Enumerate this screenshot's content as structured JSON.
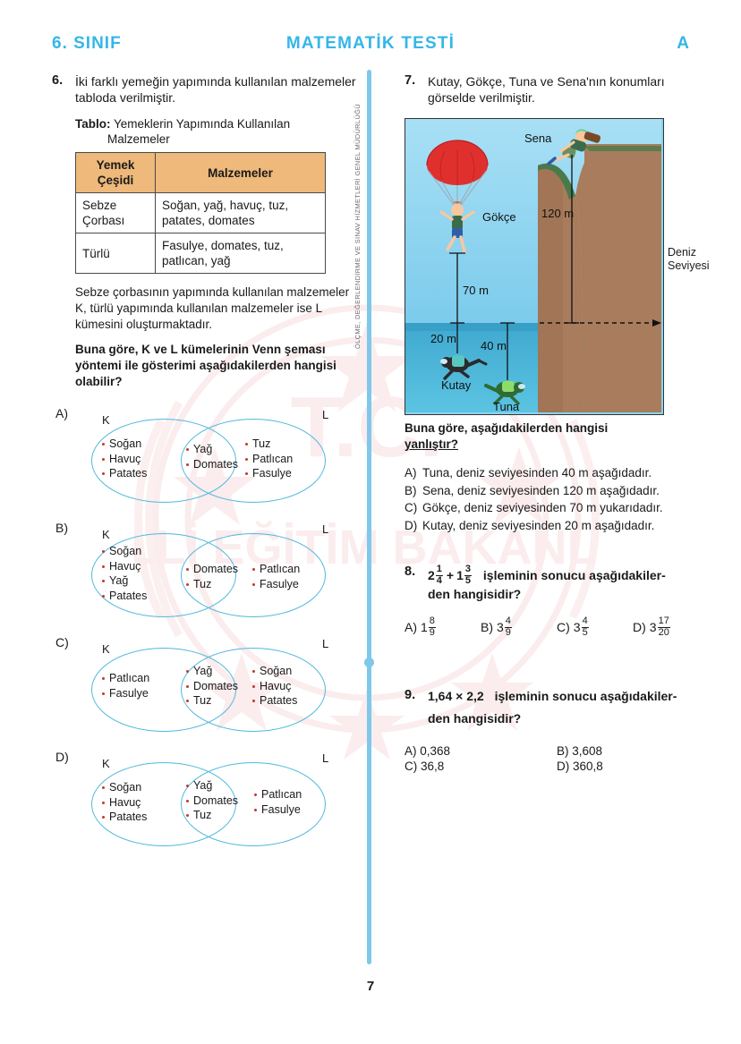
{
  "header": {
    "grade": "6. SINIF",
    "title": "MATEMATİK TESTİ",
    "booklet": "A",
    "accent_color": "#35b6e8"
  },
  "vertical_label": "ÖLÇME, DEĞERLENDİRME VE SINAV HİZMETLERİ GENEL MÜDÜRLÜĞÜ",
  "page_number": "7",
  "watermark": {
    "line1": "T.C.",
    "line2": "MİLLİ EĞİTİM BAKANLIĞI",
    "color": "#f4c3c6"
  },
  "questions": [
    {
      "number": "6.",
      "stem": "İki farklı yemeğin yapımında kullanılan malzemeler tabloda verilmiştir.",
      "table_caption_label": "Tablo:",
      "table_caption_line1": "Yemeklerin Yapımında Kullanılan",
      "table_caption_line2": "Malzemeler",
      "table": {
        "header_bg": "#eeb97a",
        "columns": [
          "Yemek Çeşidi",
          "Malzemeler"
        ],
        "rows": [
          {
            "dish": "Sebze Çorbası",
            "ingredients": "Soğan, yağ, havuç, tuz, patates, domates"
          },
          {
            "dish": "Türlü",
            "ingredients": "Fasulye, domates, tuz, patlıcan, yağ"
          }
        ]
      },
      "para": "Sebze çorbasının yapımında kullanılan malzemeler K, türlü yapımında kullanılan malzemeler ise L kümesini oluşturmaktadır.",
      "prompt": "Buna göre, K ve L kümelerinin Venn şeması yöntemi ile gösterimi aşağıdakilerden hangisi olabilir?",
      "venn_options": [
        {
          "letter": "A)",
          "set_left_label": "K",
          "set_right_label": "L",
          "left_only": [
            "Soğan",
            "Havuç",
            "Patates"
          ],
          "intersection": [
            "Yağ",
            "Domates"
          ],
          "right_only": [
            "Tuz",
            "Patlıcan",
            "Fasulye"
          ]
        },
        {
          "letter": "B)",
          "set_left_label": "K",
          "set_right_label": "L",
          "left_only": [
            "Soğan",
            "Havuç",
            "Yağ",
            "Patates"
          ],
          "intersection": [
            "Domates",
            "Tuz"
          ],
          "right_only": [
            "Patlıcan",
            "Fasulye"
          ]
        },
        {
          "letter": "C)",
          "set_left_label": "K",
          "set_right_label": "L",
          "left_only": [
            "Patlıcan",
            "Fasulye"
          ],
          "intersection": [
            "Yağ",
            "Domates",
            "Tuz"
          ],
          "right_only": [
            "Soğan",
            "Havuç",
            "Patates"
          ]
        },
        {
          "letter": "D)",
          "set_left_label": "K",
          "set_right_label": "L",
          "left_only": [
            "Soğan",
            "Havuç",
            "Patates"
          ],
          "intersection": [
            "Yağ",
            "Domates",
            "Tuz"
          ],
          "right_only": [
            "Patlıcan",
            "Fasulye"
          ]
        }
      ]
    },
    {
      "number": "7.",
      "stem": "Kutay, Gökçe, Tuna ve Sena'nın konumları görselde verilmiştir.",
      "illustration": {
        "sky_color": "#8ad4f0",
        "sea_color": "#4fb6d9",
        "cliff_color": "#a07858",
        "parachute_color": "#e0302e",
        "sea_level_label_line1": "Deniz",
        "sea_level_label_line2": "Seviyesi",
        "figures": [
          {
            "name": "Gökçe",
            "measure": "70 m"
          },
          {
            "name": "Sena",
            "measure": "120 m"
          },
          {
            "name": "Kutay",
            "measure": "20 m"
          },
          {
            "name": "Tuna",
            "measure": "40 m"
          }
        ]
      },
      "prompt_line1": "Buna göre, aşağıdakilerden hangisi",
      "prompt_line2": "yanlıştır?",
      "options": [
        {
          "letter": "A)",
          "text": "Tuna, deniz seviyesinden 40 m aşağıdadır."
        },
        {
          "letter": "B)",
          "text": "Sena, deniz seviyesinden 120 m aşağıdadır."
        },
        {
          "letter": "C)",
          "text": "Gökçe, deniz seviyesinden 70 m yukarıdadır."
        },
        {
          "letter": "D)",
          "text": "Kutay, deniz seviyesinden 20 m aşağıdadır."
        }
      ]
    },
    {
      "number": "8.",
      "expression": {
        "a_whole": "2",
        "a_num": "1",
        "a_den": "4",
        "op": "+",
        "b_whole": "1",
        "b_num": "3",
        "b_den": "5"
      },
      "stem_tail": "işleminin sonucu aşağıdakiler-",
      "stem_tail2": "den hangisidir?",
      "options": [
        {
          "letter": "A)",
          "whole": "1",
          "num": "8",
          "den": "9"
        },
        {
          "letter": "B)",
          "whole": "3",
          "num": "4",
          "den": "9"
        },
        {
          "letter": "C)",
          "whole": "3",
          "num": "4",
          "den": "5"
        },
        {
          "letter": "D)",
          "whole": "3",
          "num": "17",
          "den": "20"
        }
      ]
    },
    {
      "number": "9.",
      "expression": "1,64 × 2,2",
      "stem_tail": "işleminin sonucu aşağıdakiler-",
      "stem_tail2": "den hangisidir?",
      "options": [
        {
          "letter": "A)",
          "text": "0,368"
        },
        {
          "letter": "B)",
          "text": "3,608"
        },
        {
          "letter": "C)",
          "text": "36,8"
        },
        {
          "letter": "D)",
          "text": "360,8"
        }
      ]
    }
  ]
}
